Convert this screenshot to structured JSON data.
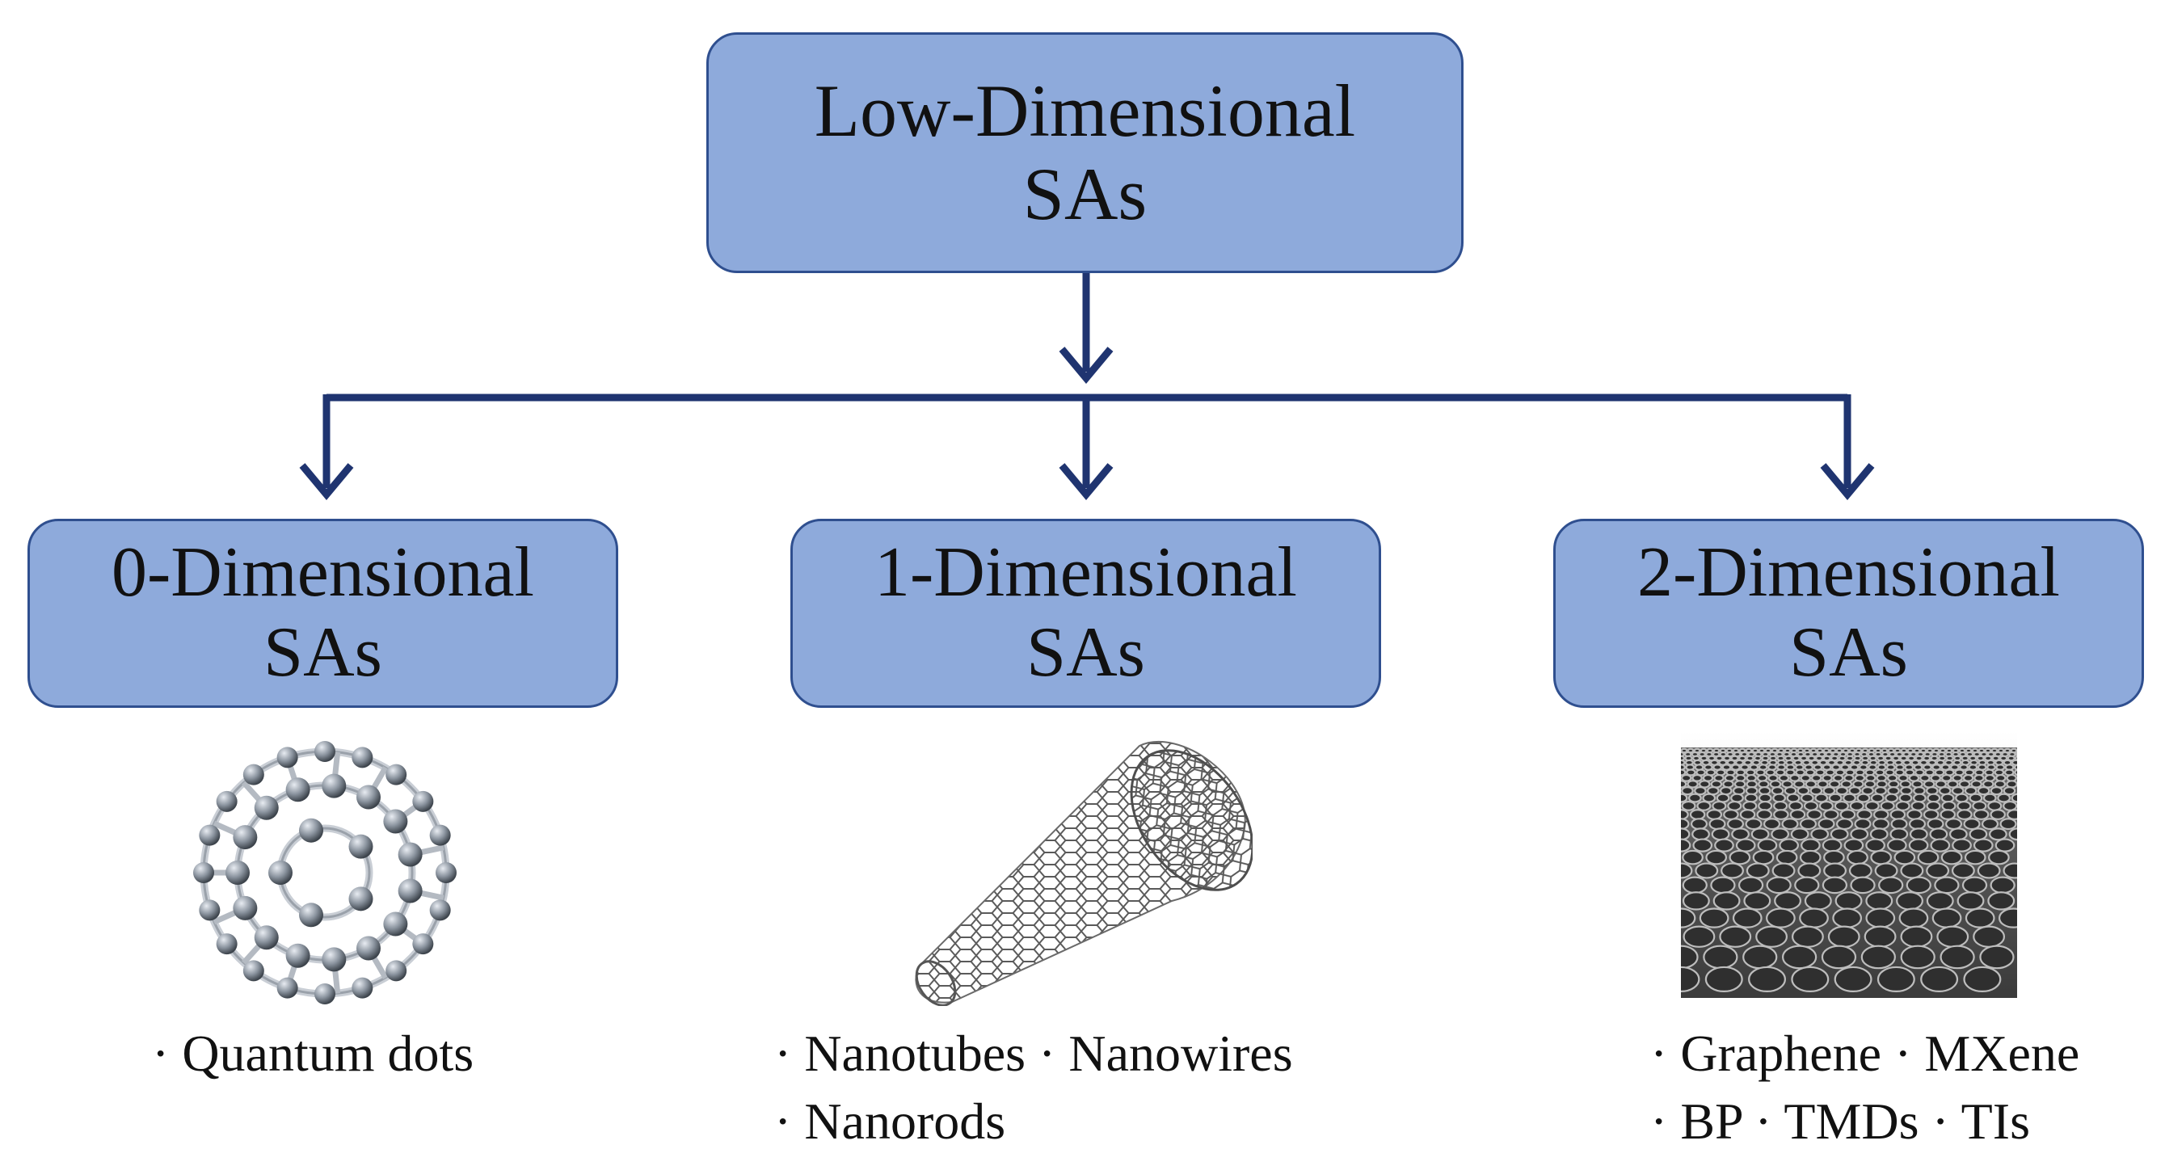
{
  "root": {
    "line1": "Low-Dimensional",
    "line2": "SAs"
  },
  "categories": [
    {
      "line1": "0-Dimensional",
      "line2": "SAs",
      "items": [
        "· Quantum dots"
      ],
      "illustration": "fullerene-icon"
    },
    {
      "line1": "1-Dimensional",
      "line2": "SAs",
      "items": [
        "· Nanotubes · Nanowires",
        "· Nanorods"
      ],
      "illustration": "nanotube-icon"
    },
    {
      "line1": "2-Dimensional",
      "line2": "SAs",
      "items": [
        "· Graphene · MXene",
        "· BP · TMDs · TIs"
      ],
      "illustration": "graphene-sheet-icon"
    }
  ],
  "colors": {
    "box_fill": "#8eaadb",
    "box_border": "#2f4f8f",
    "arrow": "#1f3470"
  }
}
